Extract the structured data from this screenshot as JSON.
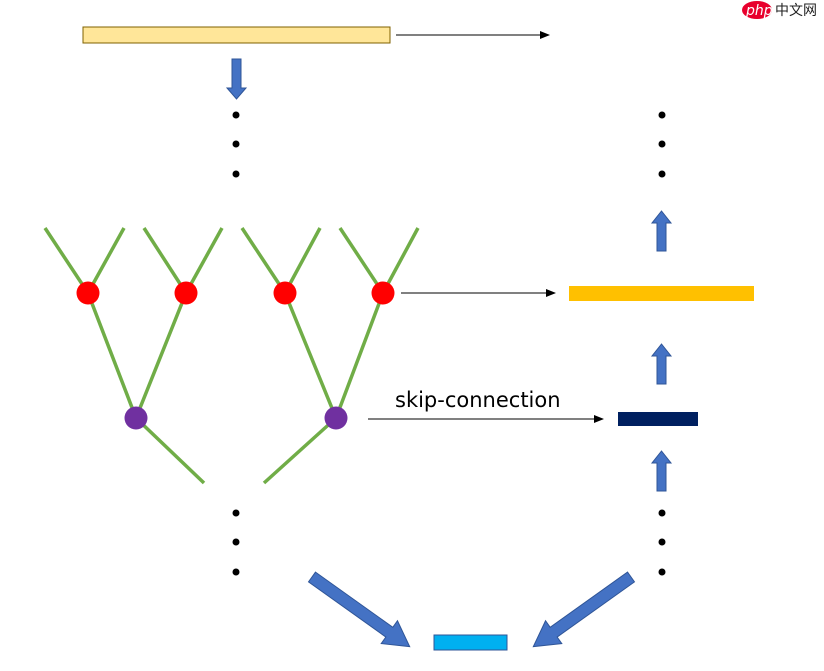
{
  "labels": {
    "skip": "skip-connection"
  },
  "watermark": {
    "badge": "php",
    "text": "中文网"
  },
  "colors": {
    "top_bar": "#FFE699",
    "top_bar_stroke": "#7F6000",
    "mid_bar": "#FFC000",
    "dark_bar": "#002060",
    "bottom_bar": "#00B0F0",
    "bottom_bar_stroke": "#2F5597",
    "arrow_blue": "#4472C4",
    "arrow_blue_stroke": "#2F5597",
    "branch": "#70AD47",
    "red_node": "#FF0000",
    "purple_node": "#7030A0",
    "watermark_red": "#E8002D"
  }
}
